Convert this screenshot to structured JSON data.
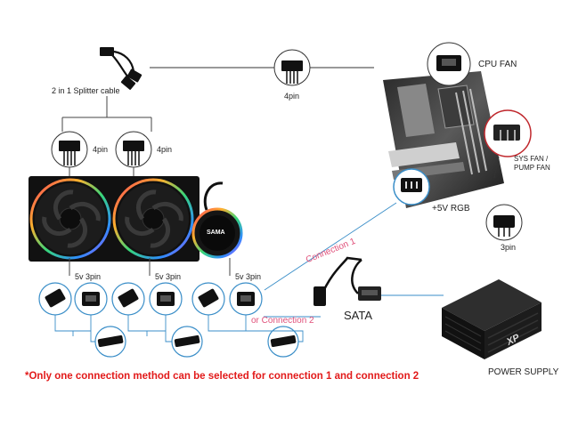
{
  "labels": {
    "splitter": "2 in 1 Splitter cable",
    "four_pin_top": "4pin",
    "cpu_fan": "CPU FAN",
    "four_pin_left": "4pin",
    "four_pin_right": "4pin",
    "sys_fan_line1": "SYS FAN /",
    "sys_fan_line2": "PUMP FAN",
    "rgb_5v": "+5V RGB",
    "three_pin_mb": "3pin",
    "connection1": "Connection 1",
    "connection2": "or Connection 2",
    "rgb_3pin_a": "5v 3pin",
    "rgb_3pin_b": "5v 3pin",
    "rgb_3pin_c": "5v 3pin",
    "sata": "SATA",
    "psu": "POWER SUPPLY",
    "pump_logo": "SAMA",
    "psu_brand": "XP",
    "warning": "*Only one connection method can be selected for connection 1 and connection 2"
  },
  "colors": {
    "warning": "#e21a1a",
    "connection_line": "#d85a86",
    "circle_outline": "#3a8ec8",
    "cable": "#111111"
  },
  "icons": [
    "fan-icon",
    "pump-icon",
    "motherboard-icon",
    "psu-icon",
    "connector-icon",
    "sata-cable-icon",
    "splitter-cable-icon"
  ]
}
